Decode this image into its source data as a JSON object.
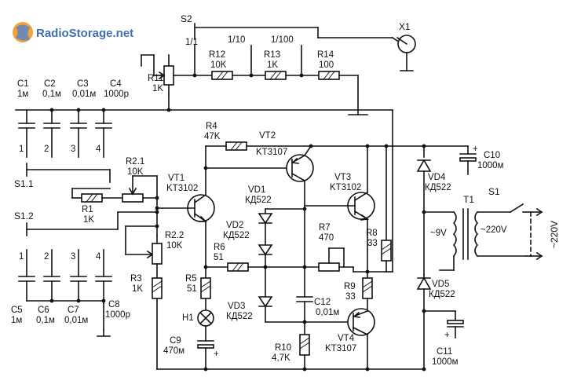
{
  "logo": {
    "text": "RadioStorage.net"
  },
  "switch_s2": {
    "name": "S2",
    "positions": [
      "1/1",
      "1/10",
      "1/100"
    ]
  },
  "connector": {
    "name": "X1"
  },
  "r11": {
    "name": "R11",
    "value": "1K"
  },
  "r12": {
    "name": "R12",
    "value": "10K"
  },
  "r13": {
    "name": "R13",
    "value": "1K"
  },
  "r14": {
    "name": "R14",
    "value": "100"
  },
  "caps_top": [
    {
      "name": "C1",
      "value": "1м",
      "num": "1"
    },
    {
      "name": "C2",
      "value": "0,1м",
      "num": "2"
    },
    {
      "name": "C3",
      "value": "0,01м",
      "num": "3"
    },
    {
      "name": "C4",
      "value": "1000р",
      "num": "4"
    }
  ],
  "caps_bottom": [
    {
      "name": "C5",
      "value": "1м",
      "num": "1"
    },
    {
      "name": "C6",
      "value": "0,1м",
      "num": "2"
    },
    {
      "name": "C7",
      "value": "0,01м",
      "num": "3"
    },
    {
      "name": "C8",
      "value": "1000р",
      "num": "4"
    }
  ],
  "s1_1": {
    "name": "S1.1"
  },
  "s1_2": {
    "name": "S1.2"
  },
  "r1": {
    "name": "R1",
    "value": "1K"
  },
  "r2_1": {
    "name": "R2.1",
    "value": "10K"
  },
  "r2_2": {
    "name": "R2.2",
    "value": "10K"
  },
  "r3": {
    "name": "R3",
    "value": "1K"
  },
  "r4": {
    "name": "R4",
    "value": "47K"
  },
  "r5": {
    "name": "R5",
    "value": "51"
  },
  "r6": {
    "name": "R6",
    "value": "51"
  },
  "r7": {
    "name": "R7",
    "value": "470"
  },
  "r8": {
    "name": "R8",
    "value": "33"
  },
  "r9": {
    "name": "R9",
    "value": "33"
  },
  "r10": {
    "name": "R10",
    "value": "4,7K"
  },
  "vt1": {
    "name": "VT1",
    "type": "KT3102"
  },
  "vt2": {
    "name": "VT2",
    "type": "KT3107"
  },
  "vt3": {
    "name": "VT3",
    "type": "KT3102"
  },
  "vt4": {
    "name": "VT4",
    "type": "KT3107"
  },
  "vd1": {
    "name": "VD1",
    "type": "КД522"
  },
  "vd2": {
    "name": "VD2",
    "type": "КД522"
  },
  "vd3": {
    "name": "VD3",
    "type": "КД522"
  },
  "vd4": {
    "name": "VD4",
    "type": "КД522"
  },
  "vd5": {
    "name": "VD5",
    "type": "КД522"
  },
  "h1": {
    "name": "H1"
  },
  "c9": {
    "name": "C9",
    "value": "470м"
  },
  "c10": {
    "name": "C10",
    "value": "1000м"
  },
  "c11": {
    "name": "C11",
    "value": "1000м"
  },
  "c12": {
    "name": "C12",
    "value": "0,01м"
  },
  "t1": {
    "name": "T1",
    "secondary": "~9V",
    "primary": "~220V"
  },
  "s1": {
    "name": "S1"
  },
  "mains": {
    "label": "~220V"
  },
  "polarity": {
    "plus": "+",
    "minus": "-"
  }
}
